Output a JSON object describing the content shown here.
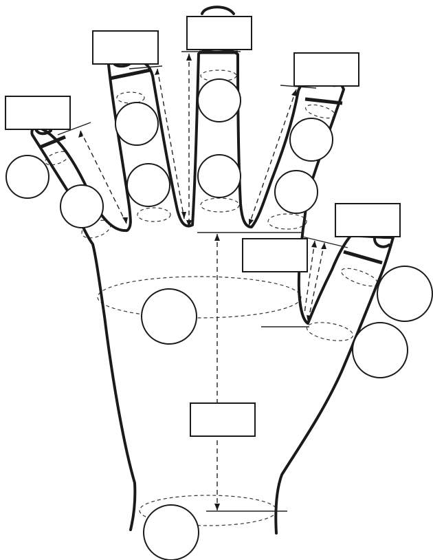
{
  "diagram": {
    "title": "",
    "label_boxes": [
      {
        "id": "thumb",
        "text": ""
      },
      {
        "id": "index",
        "text": ""
      },
      {
        "id": "middle",
        "text": ""
      },
      {
        "id": "ring",
        "text": ""
      },
      {
        "id": "little",
        "text": ""
      },
      {
        "id": "little-length",
        "text": ""
      },
      {
        "id": "hand-length",
        "text": ""
      }
    ],
    "circle_markers": [
      {
        "id": "thumb-proximal",
        "text": ""
      },
      {
        "id": "thumb-distal",
        "text": ""
      },
      {
        "id": "index-proximal",
        "text": ""
      },
      {
        "id": "index-distal",
        "text": ""
      },
      {
        "id": "middle-proximal",
        "text": ""
      },
      {
        "id": "middle-distal",
        "text": ""
      },
      {
        "id": "ring-proximal",
        "text": ""
      },
      {
        "id": "ring-distal",
        "text": ""
      },
      {
        "id": "little-proximal",
        "text": ""
      },
      {
        "id": "little-distal",
        "text": ""
      },
      {
        "id": "palm",
        "text": ""
      },
      {
        "id": "wrist",
        "text": ""
      }
    ]
  }
}
